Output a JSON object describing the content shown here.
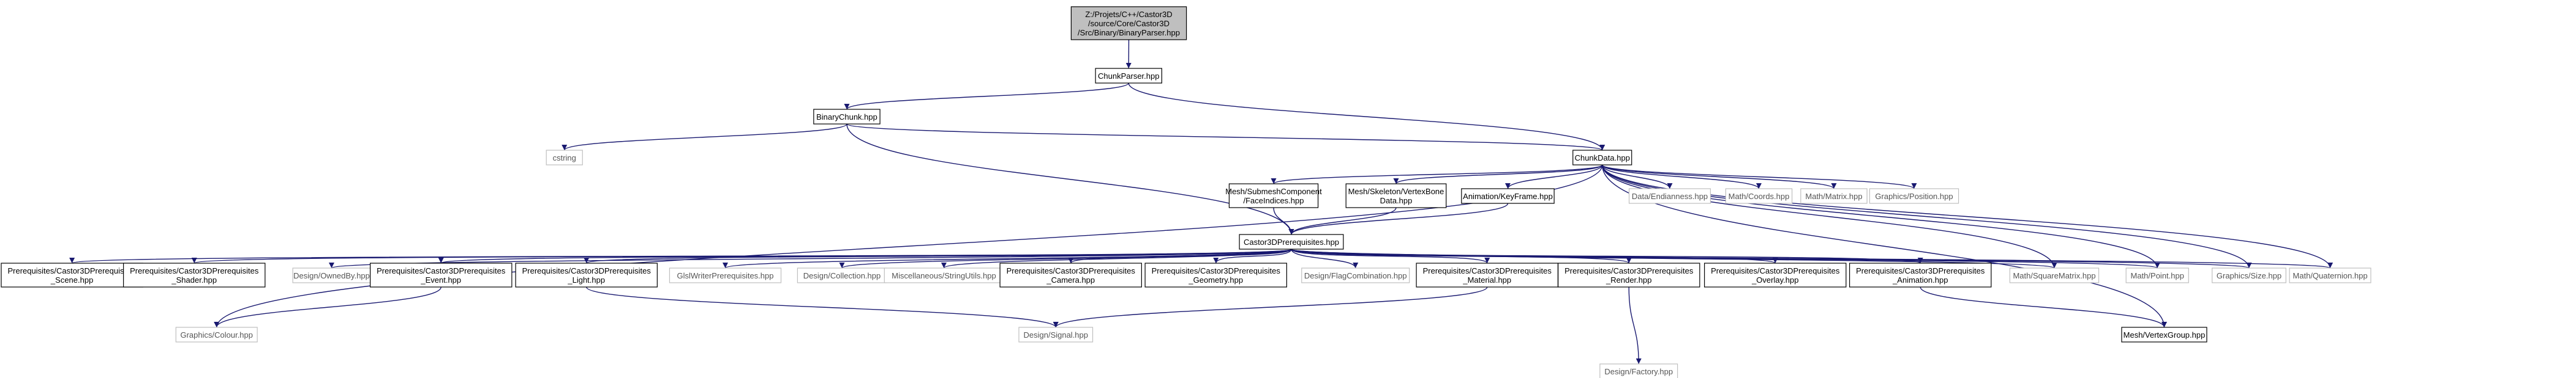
{
  "colors": {
    "edge": "#191970",
    "root_fill": "#bfbfbf",
    "node_fill": "#ffffff",
    "node_stroke": "#000000",
    "external_stroke": "#bfbfbf",
    "text": "#000000",
    "external_text": "#555555"
  },
  "nodes": [
    {
      "id": "root",
      "lines": [
        "Z:/Projets/C++/Castor3D",
        "/source/Core/Castor3D",
        "/Src/Binary/BinaryParser.hpp"
      ],
      "kind": "root"
    },
    {
      "id": "chunkparser",
      "lines": [
        "ChunkParser.hpp"
      ],
      "kind": "local"
    },
    {
      "id": "binarychunk",
      "lines": [
        "BinaryChunk.hpp"
      ],
      "kind": "local"
    },
    {
      "id": "cstring",
      "lines": [
        "cstring"
      ],
      "kind": "external"
    },
    {
      "id": "chunkdata",
      "lines": [
        "ChunkData.hpp"
      ],
      "kind": "local"
    },
    {
      "id": "faceindices",
      "lines": [
        "Mesh/SubmeshComponent",
        "/FaceIndices.hpp"
      ],
      "kind": "local"
    },
    {
      "id": "vertexbone",
      "lines": [
        "Mesh/Skeleton/VertexBone",
        "Data.hpp"
      ],
      "kind": "local"
    },
    {
      "id": "keyframe",
      "lines": [
        "Animation/KeyFrame.hpp"
      ],
      "kind": "local"
    },
    {
      "id": "endianness",
      "lines": [
        "Data/Endianness.hpp"
      ],
      "kind": "external"
    },
    {
      "id": "coords",
      "lines": [
        "Math/Coords.hpp"
      ],
      "kind": "external"
    },
    {
      "id": "matrix",
      "lines": [
        "Math/Matrix.hpp"
      ],
      "kind": "external"
    },
    {
      "id": "position",
      "lines": [
        "Graphics/Position.hpp"
      ],
      "kind": "external"
    },
    {
      "id": "prereq",
      "lines": [
        "Castor3DPrerequisites.hpp"
      ],
      "kind": "local"
    },
    {
      "id": "scene",
      "lines": [
        "Prerequisites/Castor3DPrerequisites",
        "_Scene.hpp"
      ],
      "kind": "local"
    },
    {
      "id": "shader",
      "lines": [
        "Prerequisites/Castor3DPrerequisites",
        "_Shader.hpp"
      ],
      "kind": "local"
    },
    {
      "id": "ownedby",
      "lines": [
        "Design/OwnedBy.hpp"
      ],
      "kind": "external"
    },
    {
      "id": "event",
      "lines": [
        "Prerequisites/Castor3DPrerequisites",
        "_Event.hpp"
      ],
      "kind": "local"
    },
    {
      "id": "light",
      "lines": [
        "Prerequisites/Castor3DPrerequisites",
        "_Light.hpp"
      ],
      "kind": "local"
    },
    {
      "id": "glsl",
      "lines": [
        "GlslWriterPrerequisites.hpp"
      ],
      "kind": "external"
    },
    {
      "id": "collection",
      "lines": [
        "Design/Collection.hpp"
      ],
      "kind": "external"
    },
    {
      "id": "stringutils",
      "lines": [
        "Miscellaneous/StringUtils.hpp"
      ],
      "kind": "external"
    },
    {
      "id": "camera",
      "lines": [
        "Prerequisites/Castor3DPrerequisites",
        "_Camera.hpp"
      ],
      "kind": "local"
    },
    {
      "id": "geometry",
      "lines": [
        "Prerequisites/Castor3DPrerequisites",
        "_Geometry.hpp"
      ],
      "kind": "local"
    },
    {
      "id": "flagcomb",
      "lines": [
        "Design/FlagCombination.hpp"
      ],
      "kind": "external"
    },
    {
      "id": "material",
      "lines": [
        "Prerequisites/Castor3DPrerequisites",
        "_Material.hpp"
      ],
      "kind": "local"
    },
    {
      "id": "render",
      "lines": [
        "Prerequisites/Castor3DPrerequisites",
        "_Render.hpp"
      ],
      "kind": "local"
    },
    {
      "id": "overlay",
      "lines": [
        "Prerequisites/Castor3DPrerequisites",
        "_Overlay.hpp"
      ],
      "kind": "local"
    },
    {
      "id": "animation",
      "lines": [
        "Prerequisites/Castor3DPrerequisites",
        "_Animation.hpp"
      ],
      "kind": "local"
    },
    {
      "id": "squarematrix",
      "lines": [
        "Math/SquareMatrix.hpp"
      ],
      "kind": "external"
    },
    {
      "id": "point",
      "lines": [
        "Math/Point.hpp"
      ],
      "kind": "external"
    },
    {
      "id": "size",
      "lines": [
        "Graphics/Size.hpp"
      ],
      "kind": "external"
    },
    {
      "id": "quaternion",
      "lines": [
        "Math/Quaternion.hpp"
      ],
      "kind": "external"
    },
    {
      "id": "colour",
      "lines": [
        "Graphics/Colour.hpp"
      ],
      "kind": "external"
    },
    {
      "id": "signal",
      "lines": [
        "Design/Signal.hpp"
      ],
      "kind": "external"
    },
    {
      "id": "factory",
      "lines": [
        "Design/Factory.hpp"
      ],
      "kind": "external"
    },
    {
      "id": "vertexgroup",
      "lines": [
        "Mesh/VertexGroup.hpp"
      ],
      "kind": "local"
    }
  ],
  "edges": [
    [
      "root",
      "chunkparser"
    ],
    [
      "chunkparser",
      "binarychunk"
    ],
    [
      "chunkparser",
      "chunkdata"
    ],
    [
      "binarychunk",
      "cstring"
    ],
    [
      "binarychunk",
      "chunkdata"
    ],
    [
      "binarychunk",
      "prereq"
    ],
    [
      "chunkdata",
      "faceindices"
    ],
    [
      "chunkdata",
      "vertexbone"
    ],
    [
      "chunkdata",
      "keyframe"
    ],
    [
      "chunkdata",
      "endianness"
    ],
    [
      "chunkdata",
      "coords"
    ],
    [
      "chunkdata",
      "matrix"
    ],
    [
      "chunkdata",
      "position"
    ],
    [
      "chunkdata",
      "squarematrix"
    ],
    [
      "chunkdata",
      "point"
    ],
    [
      "chunkdata",
      "size"
    ],
    [
      "chunkdata",
      "quaternion"
    ],
    [
      "chunkdata",
      "vertexgroup"
    ],
    [
      "chunkdata",
      "colour"
    ],
    [
      "faceindices",
      "prereq"
    ],
    [
      "vertexbone",
      "prereq"
    ],
    [
      "keyframe",
      "prereq"
    ],
    [
      "prereq",
      "scene"
    ],
    [
      "prereq",
      "shader"
    ],
    [
      "prereq",
      "ownedby"
    ],
    [
      "prereq",
      "event"
    ],
    [
      "prereq",
      "light"
    ],
    [
      "prereq",
      "glsl"
    ],
    [
      "prereq",
      "collection"
    ],
    [
      "prereq",
      "stringutils"
    ],
    [
      "prereq",
      "camera"
    ],
    [
      "prereq",
      "geometry"
    ],
    [
      "prereq",
      "flagcomb"
    ],
    [
      "prereq",
      "material"
    ],
    [
      "prereq",
      "render"
    ],
    [
      "prereq",
      "overlay"
    ],
    [
      "prereq",
      "animation"
    ],
    [
      "prereq",
      "squarematrix"
    ],
    [
      "prereq",
      "point"
    ],
    [
      "prereq",
      "size"
    ],
    [
      "prereq",
      "quaternion"
    ],
    [
      "event",
      "colour"
    ],
    [
      "light",
      "signal"
    ],
    [
      "material",
      "signal"
    ],
    [
      "render",
      "factory"
    ],
    [
      "animation",
      "vertexgroup"
    ]
  ]
}
